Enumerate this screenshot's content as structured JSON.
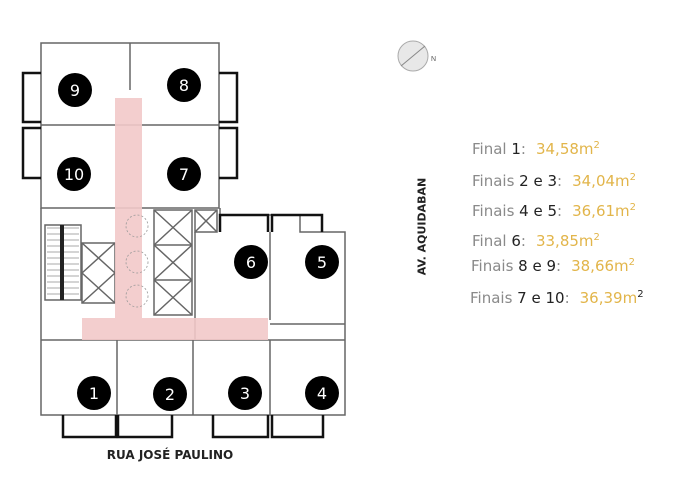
{
  "plan": {
    "street_label": "RUA JOSÉ PAULINO",
    "avenue_label": "AV. AQUIDABAN",
    "compass_label": "N",
    "units": [
      "1",
      "2",
      "3",
      "4",
      "5",
      "6",
      "7",
      "8",
      "9",
      "10"
    ],
    "corridor_color": "#f2c9c9",
    "marker_color": "#000000"
  },
  "areas": [
    {
      "prefix": "Final",
      "units": "1",
      "value": "34,58m",
      "sup": "2"
    },
    {
      "prefix": "Finais",
      "units": "2 e 3",
      "value": "34,04m",
      "sup": "2"
    },
    {
      "prefix": "Finais",
      "units": "4 e 5",
      "value": "36,61m",
      "sup": "2"
    },
    {
      "prefix": "Final",
      "units": "6",
      "value": "33,85m",
      "sup": "2"
    },
    {
      "prefix": "Finais",
      "units": "8 e 9",
      "value": "38,66m",
      "sup": "2"
    },
    {
      "prefix": "Finais",
      "units": "7 e 10",
      "value": "36,39m",
      "sup": "2"
    }
  ],
  "colors": {
    "accent": "#e2b54a",
    "label": "#8a8a8a"
  }
}
